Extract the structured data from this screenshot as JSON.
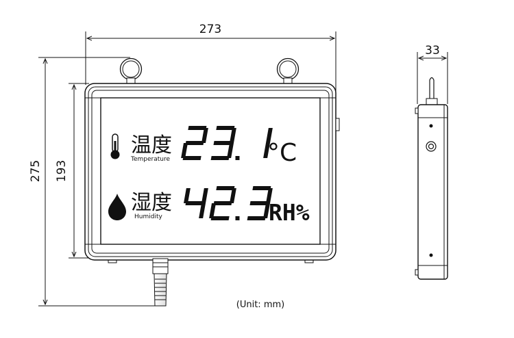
{
  "dimensions": {
    "width": "273",
    "depth": "33",
    "total_height": "275",
    "body_height": "193"
  },
  "unit_note": "(Unit: mm)",
  "display": {
    "temperature": {
      "label_cn": "温度",
      "label_en": "Temperature",
      "value": "23.1",
      "unit": "°C",
      "icon": "thermometer-icon"
    },
    "humidity": {
      "label_cn": "湿度",
      "label_en": "Humidity",
      "value": "42.3",
      "unit": "RH%",
      "icon": "water-drop-icon"
    }
  }
}
